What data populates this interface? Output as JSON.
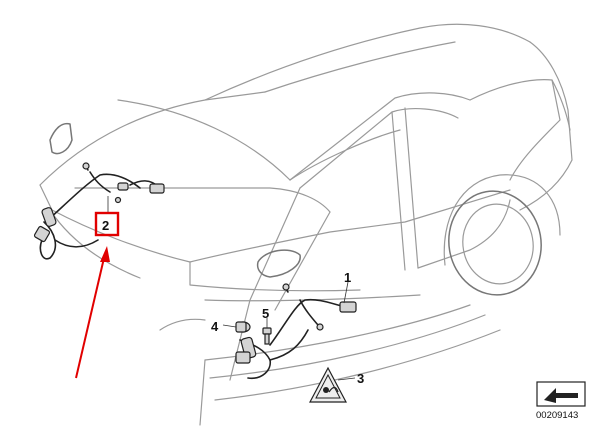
{
  "labels": {
    "part1": "1",
    "part2": "2",
    "part3": "3",
    "part4": "4",
    "part5": "5"
  },
  "diagram_code": "00209143",
  "colors": {
    "highlight": "#e10000",
    "line": "#9a9a9a",
    "wire": "#222222"
  },
  "icons": [
    "warning-triangle-airbag-icon",
    "arrow-icon"
  ]
}
